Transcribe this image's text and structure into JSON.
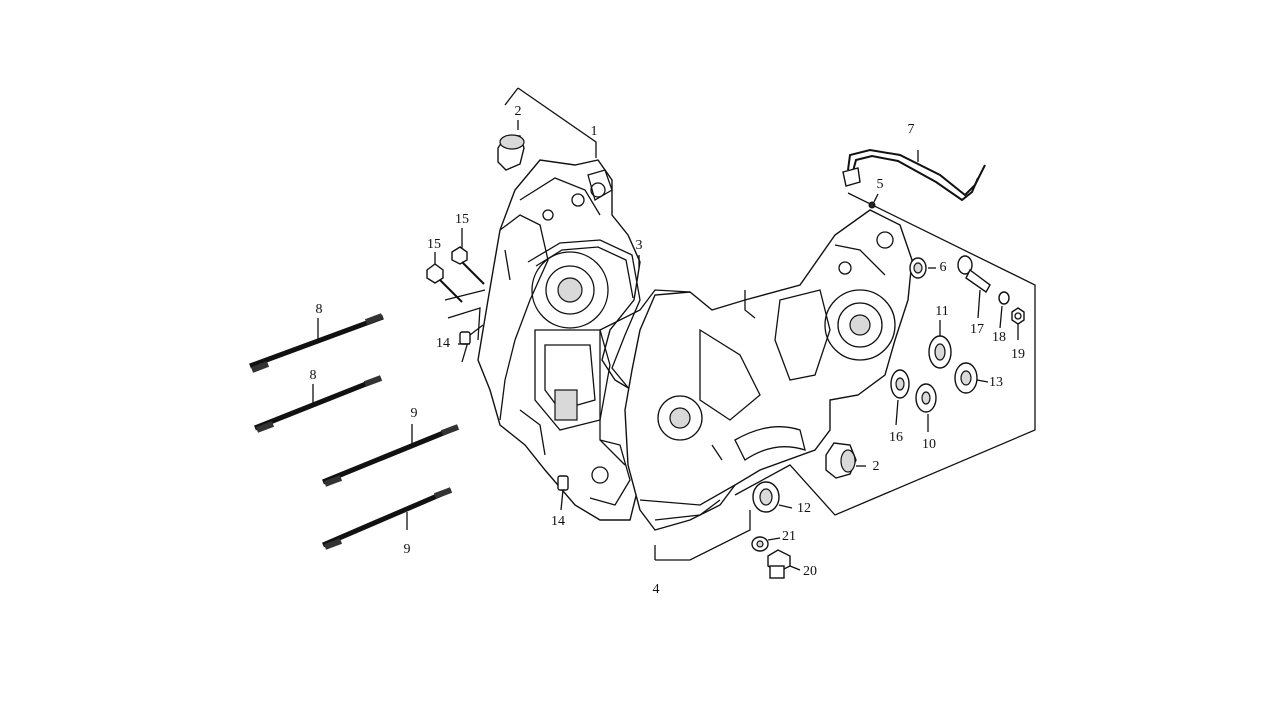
{
  "diagram": {
    "labels": {
      "p1": "1",
      "p2a": "2",
      "p2b": "2",
      "p3": "3",
      "p4": "4",
      "p5": "5",
      "p6": "6",
      "p7": "7",
      "p8a": "8",
      "p8b": "8",
      "p9a": "9",
      "p9b": "9",
      "p10": "10",
      "p11": "11",
      "p12": "12",
      "p13": "13",
      "p14a": "14",
      "p14b": "14",
      "p15a": "15",
      "p15b": "15",
      "p16": "16",
      "p17": "17",
      "p18": "18",
      "p19": "19",
      "p20": "20",
      "p21": "21"
    }
  }
}
